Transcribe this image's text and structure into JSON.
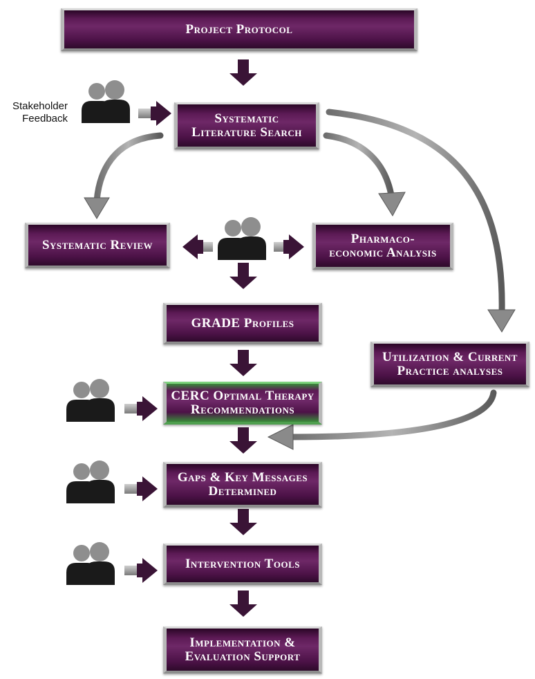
{
  "boxes": {
    "project_protocol": "Project Protocol",
    "literature_search": "Systematic\nLiterature Search",
    "systematic_review": "Systematic Review",
    "pharmacoeconomic": "Pharmaco-\neconomic Analysis",
    "grade_profiles": "GRADE Profiles",
    "utilization": "Utilization & Current\nPractice analyses",
    "cerc": "CERC Optimal Therapy\nRecommendations",
    "gaps": "Gaps & Key Messages\nDetermined",
    "intervention": "Intervention Tools",
    "implementation": "Implementation &\nEvaluation Support"
  },
  "stakeholder_label": "Stakeholder\nFeedback",
  "colors": {
    "box_purple": "#5c1a55",
    "arrow_dark": "#3a1436",
    "arrow_gray": "#8a8a8a",
    "people_dark": "#1a1a1a",
    "people_gray": "#8e8e8e",
    "highlight_green": "#4f9f4f"
  },
  "icons": [
    "stakeholder-group-icon",
    "down-arrow-icon",
    "right-arrow-icon",
    "left-arrow-icon",
    "curved-arrow-icon"
  ]
}
